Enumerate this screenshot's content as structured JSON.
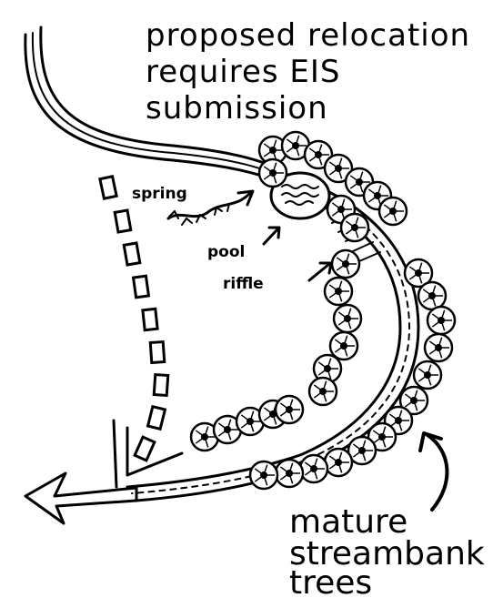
{
  "title": {
    "line1": "proposed relocation",
    "line2": "requires EIS",
    "line3": "submission"
  },
  "labels": {
    "spring": "spring",
    "pool": "pool",
    "riffle": "riffle"
  },
  "trees_note": {
    "line1": "mature",
    "line2": "streambank",
    "line3": "trees"
  }
}
